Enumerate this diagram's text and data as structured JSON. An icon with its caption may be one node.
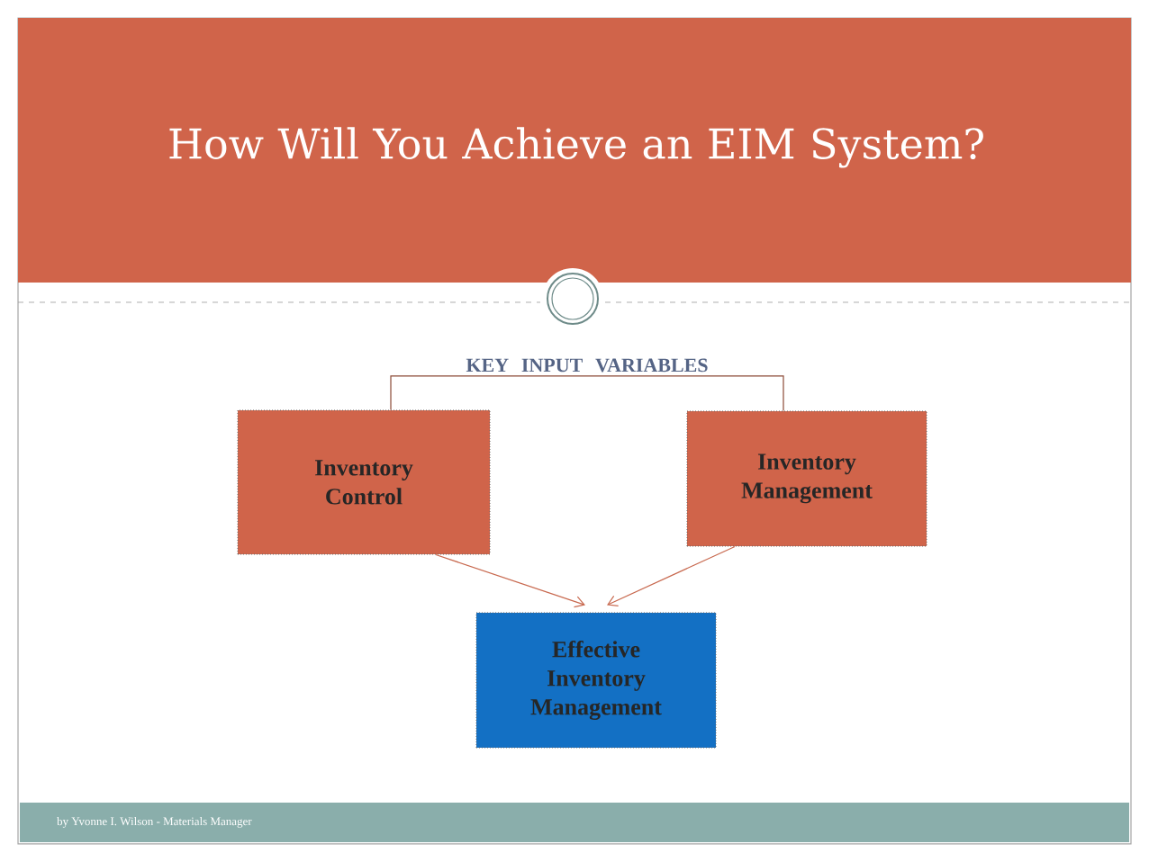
{
  "diagram": {
    "title": "How Will You Achieve an EIM System?",
    "nodes": [
      {
        "text": [
          "KEY INPUT VARIABLES"
        ]
      },
      {
        "text": [
          "Inventory Control"
        ]
      },
      {
        "text": [
          "Inventory Management"
        ]
      },
      {
        "text": [
          "Effective Inventory Management"
        ]
      }
    ],
    "edges": [
      {
        "from": 0,
        "to": 1,
        "arrow": "none"
      },
      {
        "from": 0,
        "to": 2,
        "arrow": "none"
      },
      {
        "from": 1,
        "to": 3,
        "arrow": "to"
      },
      {
        "from": 2,
        "to": 3,
        "arrow": "to"
      }
    ],
    "labels": [
      "by Yvonne I. Wilson - Materials Manager"
    ]
  }
}
